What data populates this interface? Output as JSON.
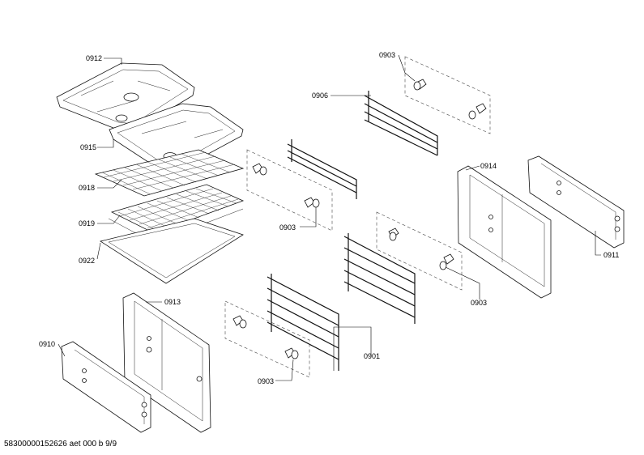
{
  "labels": {
    "p0912": "0912",
    "p0915": "0915",
    "p0918": "0918",
    "p0919": "0919",
    "p0922": "0922",
    "p0903_top": "0903",
    "p0906": "0906",
    "p0903_mid_left": "0903",
    "p0914": "0914",
    "p0911": "0911",
    "p0903_mid_right": "0903",
    "p0913": "0913",
    "p0910": "0910",
    "p0901": "0901",
    "p0903_bottom": "0903"
  },
  "footer": {
    "document_code": "58300000152626 aet 000 b 9/9"
  }
}
